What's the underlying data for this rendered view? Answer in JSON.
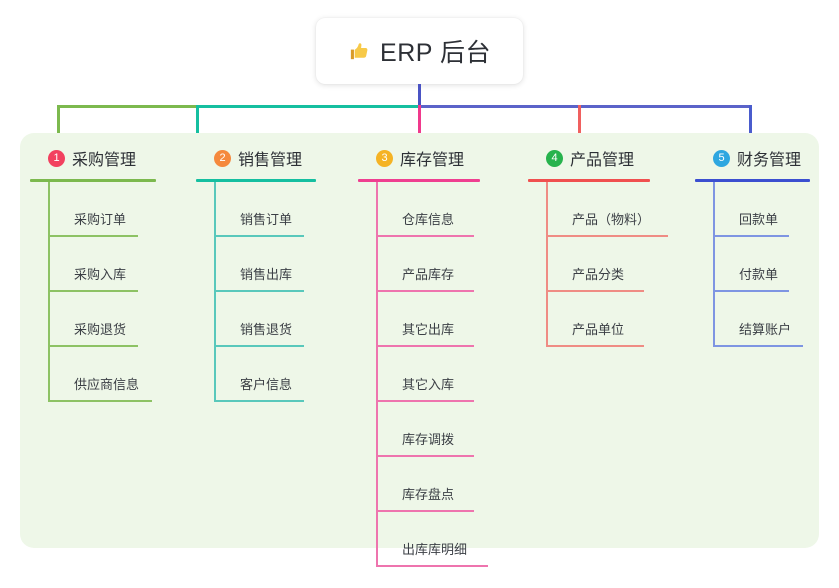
{
  "root": {
    "icon": "thumbs-up-icon",
    "title": "ERP 后台"
  },
  "colors": {
    "panel_bg": "#eef7e8",
    "page_bg": "#ffffff",
    "title_text": "#2d3036",
    "leaf_text": "#3b3f45",
    "stem": "#4a53c4",
    "bar_left": "#7cb94e",
    "bar_mid": "#15bfa0",
    "bar_right": "#5b63c9",
    "drop_1": "#7cb94e",
    "drop_2": "#15bfa0",
    "drop_3": "#f0398c",
    "drop_4": "#f0605f",
    "drop_5": "#4a5ccd"
  },
  "columns": [
    {
      "number": "1",
      "badge_color": "#f2415f",
      "title": "采购管理",
      "rule_color": "#7cb94e",
      "line_color": "#8dc264",
      "leaves": [
        {
          "label": "采购订单"
        },
        {
          "label": "采购入库"
        },
        {
          "label": "采购退货"
        },
        {
          "label": "供应商信息"
        }
      ]
    },
    {
      "number": "2",
      "badge_color": "#f5893d",
      "title": "销售管理",
      "rule_color": "#15bfa0",
      "line_color": "#59c8bb",
      "leaves": [
        {
          "label": "销售订单"
        },
        {
          "label": "销售出库"
        },
        {
          "label": "销售退货"
        },
        {
          "label": "客户信息"
        }
      ]
    },
    {
      "number": "3",
      "badge_color": "#f5b324",
      "title": "库存管理",
      "rule_color": "#ef3f90",
      "line_color": "#ee74ae",
      "leaves": [
        {
          "label": "仓库信息"
        },
        {
          "label": "产品库存"
        },
        {
          "label": "其它出库"
        },
        {
          "label": "其它入库"
        },
        {
          "label": "库存调拨"
        },
        {
          "label": "库存盘点"
        },
        {
          "label": "出库库明细"
        }
      ]
    },
    {
      "number": "4",
      "badge_color": "#27b34d",
      "title": "产品管理",
      "rule_color": "#f0504f",
      "line_color": "#ef8c84",
      "leaves": [
        {
          "label": "产品（物料）"
        },
        {
          "label": "产品分类"
        },
        {
          "label": "产品单位"
        }
      ]
    },
    {
      "number": "5",
      "badge_color": "#2ea7e0",
      "title": "财务管理",
      "rule_color": "#3b4fd0",
      "line_color": "#7e95e2",
      "leaves": [
        {
          "label": "回款单"
        },
        {
          "label": "付款单"
        },
        {
          "label": "结算账户"
        }
      ]
    }
  ]
}
